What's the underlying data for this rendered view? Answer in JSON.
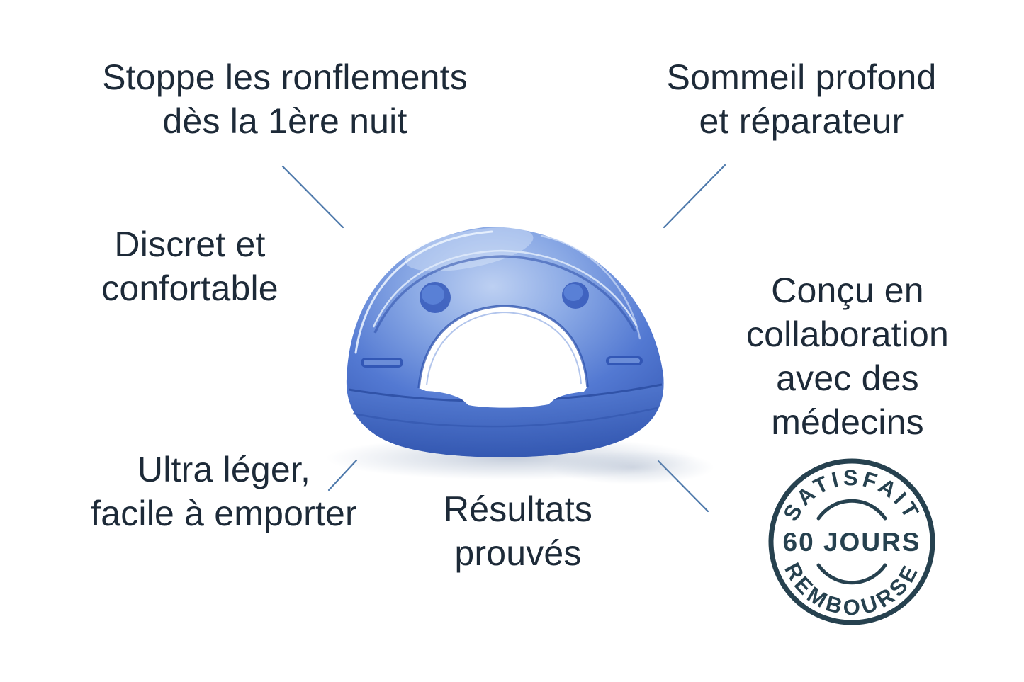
{
  "features": [
    {
      "id": "top-left",
      "lines": [
        "Stoppe les ronflements",
        "dès la 1ère nuit"
      ]
    },
    {
      "id": "top-right",
      "lines": [
        "Sommeil profond",
        "et réparateur"
      ]
    },
    {
      "id": "mid-left",
      "lines": [
        "Discret et",
        "confortable"
      ]
    },
    {
      "id": "mid-right",
      "lines": [
        "Conçu en",
        "collaboration",
        "avec des",
        "médecins"
      ]
    },
    {
      "id": "bottom-left",
      "lines": [
        "Ultra léger,",
        "facile à emporter"
      ]
    },
    {
      "id": "bottom-center",
      "lines": [
        "Résultats",
        "prouvés"
      ]
    }
  ],
  "badge": {
    "top": "SATISFAIT",
    "middle": "60 JOURS",
    "bottom": "REMBOURSE"
  },
  "illustration": {
    "name": "blue anti-snoring mouthpiece, front view with arch opening"
  },
  "colors": {
    "background": "#ffffff",
    "text": "#1d2a38",
    "connector_line": "#4e79ab",
    "badge": "#26414f",
    "product_blue_light": "#b6cbf0",
    "product_blue_mid": "#5d84d6",
    "product_blue_dark": "#3558b4"
  }
}
